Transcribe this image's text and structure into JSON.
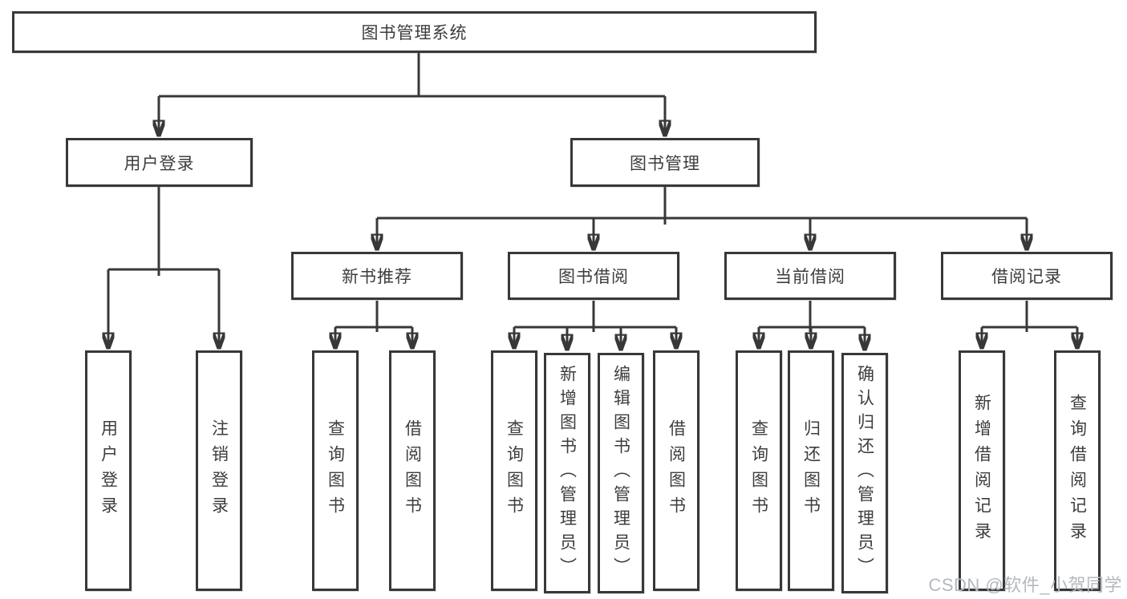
{
  "root": {
    "label": "图书管理系统",
    "children": [
      {
        "label": "用户登录",
        "children": [
          {
            "label": "用户登录"
          },
          {
            "label": "注销登录"
          }
        ]
      },
      {
        "label": "图书管理",
        "children": [
          {
            "label": "新书推荐",
            "children": [
              {
                "label": "查询图书"
              },
              {
                "label": "借阅图书"
              }
            ]
          },
          {
            "label": "图书借阅",
            "children": [
              {
                "label": "查询图书"
              },
              {
                "label": "新增图书（管理员）"
              },
              {
                "label": "编辑图书（管理员）"
              },
              {
                "label": "借阅图书"
              }
            ]
          },
          {
            "label": "当前借阅",
            "children": [
              {
                "label": "查询图书"
              },
              {
                "label": "归还图书"
              },
              {
                "label": "确认归还（管理员）"
              }
            ]
          },
          {
            "label": "借阅记录",
            "children": [
              {
                "label": "新增借阅记录"
              },
              {
                "label": "查询借阅记录"
              }
            ]
          }
        ]
      }
    ]
  },
  "watermark": {
    "text": "CSDN @软件_小贺同学"
  },
  "colors": {
    "line": "#383838",
    "text": "#3d3d3d",
    "watermark": "#b4b9be",
    "background": "#ffffff"
  }
}
